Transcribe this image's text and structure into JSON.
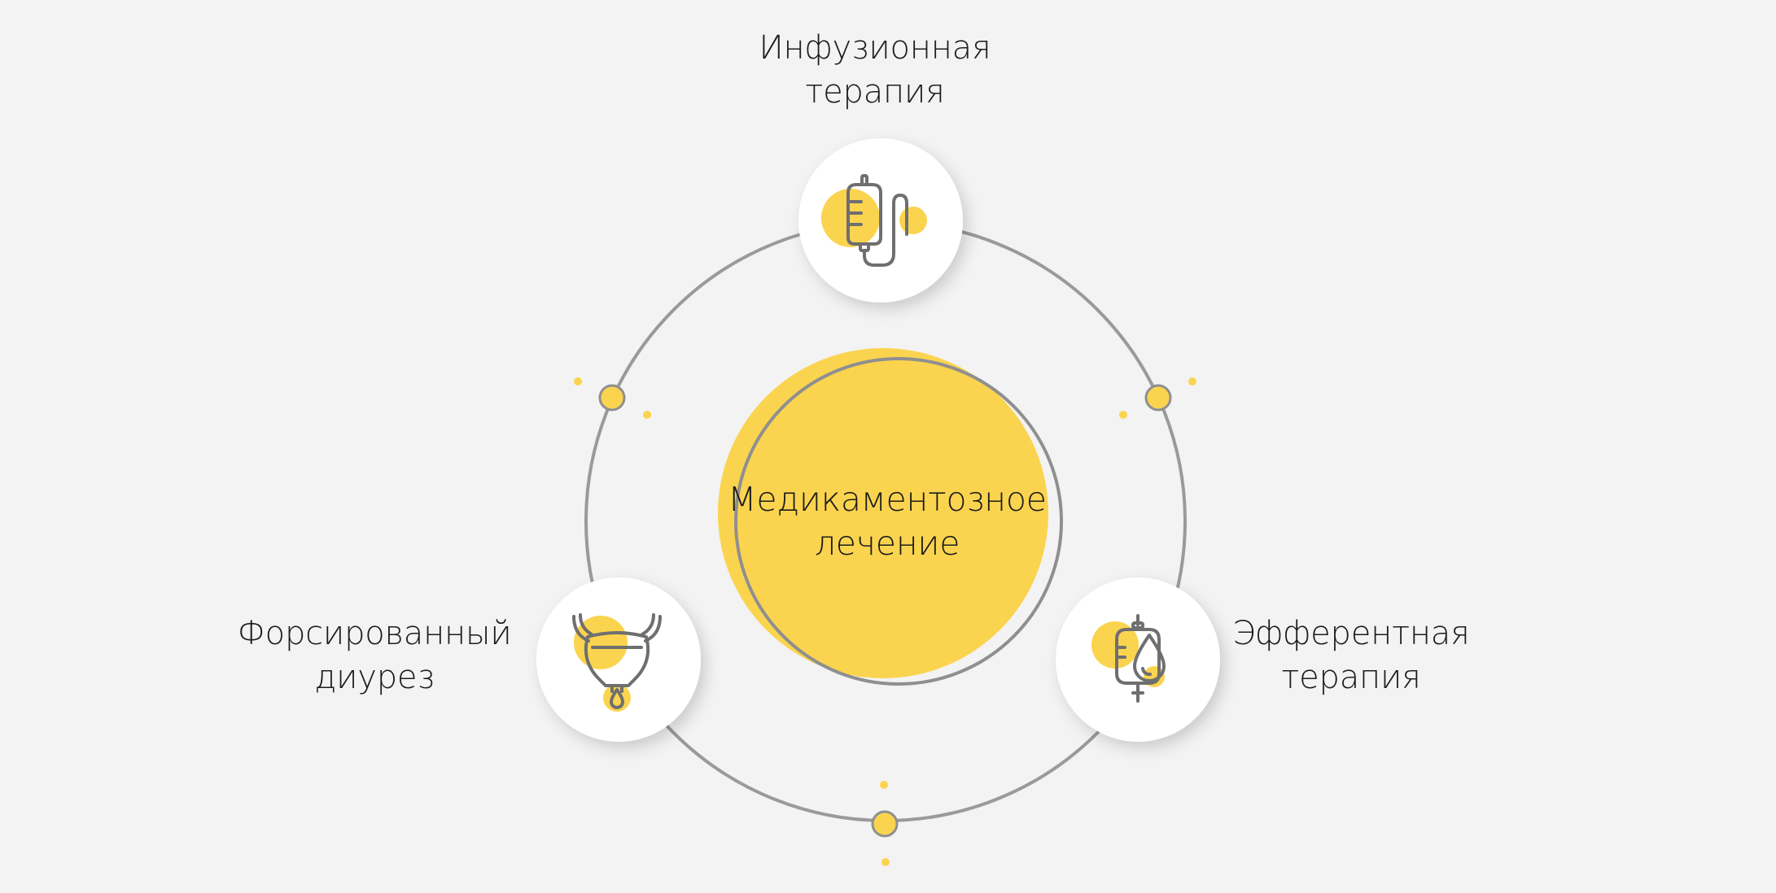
{
  "center": {
    "title_line1": "Медикаментозное",
    "title_line2": "лечение"
  },
  "nodes": [
    {
      "id": "infusion",
      "line1": "Инфузионная",
      "line2": "терапия",
      "icon": "iv-drip-icon"
    },
    {
      "id": "efferent",
      "line1": "Эфферентная",
      "line2": "терапия",
      "icon": "blood-bag-drop-icon"
    },
    {
      "id": "diuresis",
      "line1": "Форсированный",
      "line2": "диурез",
      "icon": "bladder-drop-icon"
    }
  ],
  "colors": {
    "background": "#f3f3f3",
    "accent_yellow": "#fbd44f",
    "ring_gray": "#9a9a9a",
    "icon_stroke": "#6f6f6f",
    "node_fill": "#ffffff",
    "text": "#1d1d1b"
  }
}
